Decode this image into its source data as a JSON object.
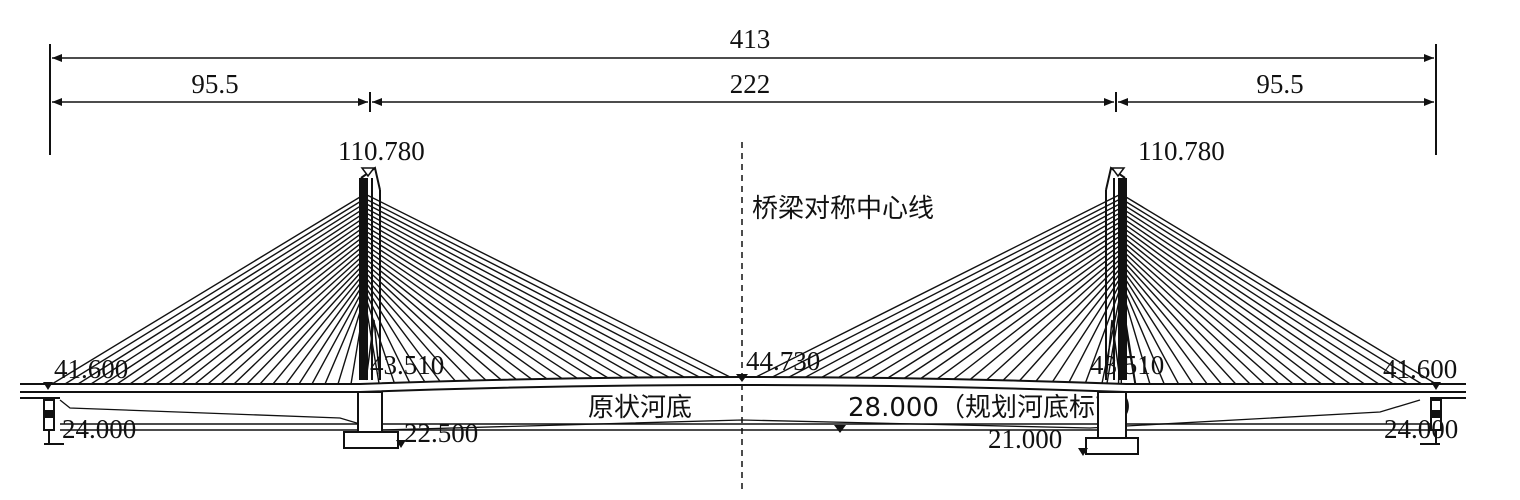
{
  "dimensions": {
    "total": "413",
    "left_span": "95.5",
    "main_span": "222",
    "right_span": "95.5"
  },
  "elevations": {
    "left_tower_top": "110.780",
    "right_tower_top": "110.780",
    "left_abutment_deck": "41.600",
    "right_abutment_deck": "41.600",
    "left_tower_deck": "43.510",
    "right_tower_deck": "43.510",
    "midspan_deck": "44.730",
    "left_abutment_base": "24.000",
    "right_abutment_base": "24.000",
    "left_pier_foundation": "22.500",
    "right_pier_foundation": "21.000"
  },
  "labels": {
    "centerline": "桥梁对称中心线",
    "existing_riverbed": "原状河底",
    "planned_riverbed": "28.000（规划河底标高）"
  },
  "cables_per_side": 24
}
